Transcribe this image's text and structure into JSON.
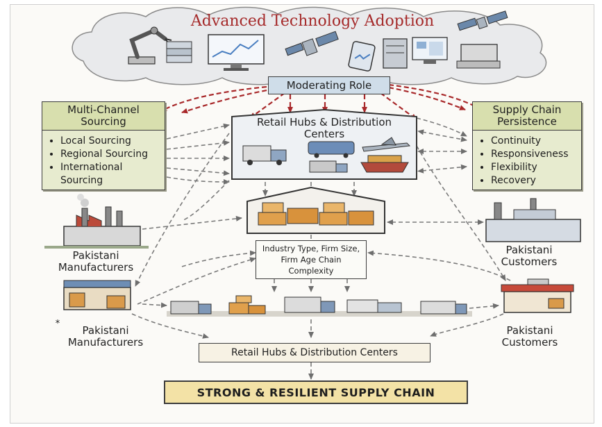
{
  "header": {
    "title": "Advanced Technology Adoption"
  },
  "moderating": {
    "label": "Moderating Role"
  },
  "left_box": {
    "title": "Multi-Channel Sourcing",
    "items": [
      "Local Sourcing",
      "Regional Sourcing",
      "International Sourcing"
    ]
  },
  "right_box": {
    "title": "Supply Chain Persistence",
    "items": [
      "Continuity",
      "Responsiveness",
      "Flexibility",
      "Recovery"
    ]
  },
  "center_hub": {
    "title": "Retail Hubs & Distribution Centers"
  },
  "factors": {
    "text": "Industry Type, Firm Size, Firm Age Chain Complexity"
  },
  "left_actors": {
    "upper": "Pakistani Manufacturers",
    "lower": "Pakistani Manufacturers",
    "marker": "*"
  },
  "right_actors": {
    "upper": "Pakistani Customers",
    "lower": "Pakistani Customers"
  },
  "bottom_hub": {
    "label": "Retail Hubs & Distribution Centers"
  },
  "outcome": {
    "label": "STRONG & RESILIENT SUPPLY CHAIN"
  },
  "icons": [
    "robot-arm-icon",
    "server-icon",
    "monitor-chart-icon",
    "satellite-icon",
    "tablet-icon",
    "computer-icon",
    "printer-icon",
    "truck-icon",
    "ship-icon",
    "boxes-icon",
    "factory-icon",
    "shop-icon"
  ],
  "colors": {
    "red_arrow": "#a8282a",
    "gray_arrow": "#7a7a7a",
    "title_red": "#a52a2a",
    "box_green": "#d8dfae",
    "box_blue": "#cfdde9",
    "outcome_fill": "#f3e2a6"
  }
}
